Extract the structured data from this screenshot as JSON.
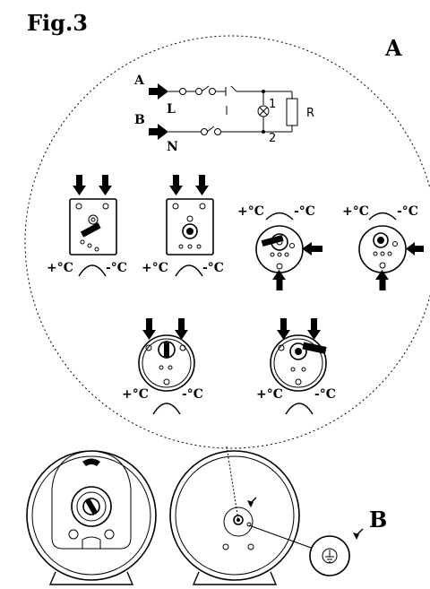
{
  "figure": {
    "title": "Fig.3",
    "detail_label_a": "A",
    "detail_label_b": "B"
  },
  "wiring": {
    "input_a": "A",
    "input_b": "B",
    "live": "L",
    "neutral": "N",
    "resistor": "R",
    "terminal_1": "1",
    "terminal_2": "2"
  },
  "thermostats": [
    {
      "plus": "+°C",
      "minus": "-°C"
    },
    {
      "plus": "+°C",
      "minus": "-°C"
    },
    {
      "plus": "+°C",
      "minus": "-°C"
    },
    {
      "plus": "+°C",
      "minus": "-°C"
    },
    {
      "plus": "+°C",
      "minus": "-°C"
    },
    {
      "plus": "+°C",
      "minus": "-°C"
    }
  ],
  "colors": {
    "ink": "#000000",
    "background": "#ffffff"
  }
}
